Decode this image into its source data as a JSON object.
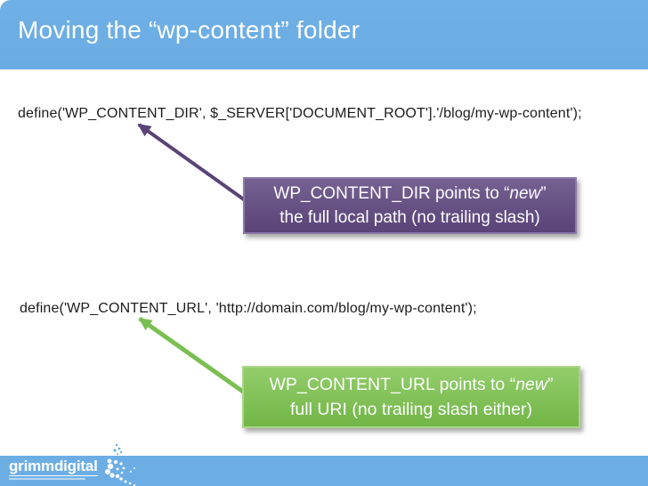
{
  "slide": {
    "title": "Moving the “wp-content” folder",
    "code_line_1": "define('WP_CONTENT_DIR', $_SERVER['DOCUMENT_ROOT'].'/blog/my-wp-content');",
    "code_line_2": "define('WP_CONTENT_URL', 'http://domain.com/blog/my-wp-content');",
    "callout_dir": {
      "line1_prefix": "WP_CONTENT_DIR points to “",
      "line1_italic": "new",
      "line1_suffix": "”",
      "line2": "the full local path (no trailing slash)",
      "color": "#5f497a"
    },
    "callout_url": {
      "line1_prefix": "WP_CONTENT_URL points to “",
      "line1_italic": "new",
      "line1_suffix": "”",
      "line2": "full URI (no trailing slash either)",
      "color": "#77b74e"
    },
    "footer": {
      "logo_text": "grimmdigital"
    },
    "colors": {
      "header_blue": "#6caee4",
      "purple_accent": "#5f497a",
      "green_accent": "#77bb50",
      "code_text": "#1c1c1c",
      "title_text": "#ffffff"
    }
  }
}
